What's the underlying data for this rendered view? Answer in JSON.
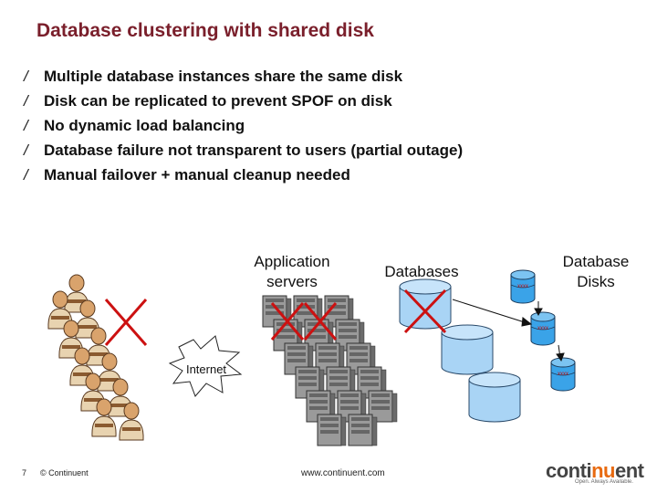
{
  "title": "Database clustering with shared disk",
  "bullets": [
    "Multiple database instances share the same disk",
    "Disk can be replicated to prevent SPOF on disk",
    "No dynamic load balancing",
    "Database failure not transparent to users (partial outage)",
    "Manual failover + manual cleanup needed"
  ],
  "bullet_marker": "/",
  "diagram": {
    "app_servers_label_line1": "Application",
    "app_servers_label_line2": "servers",
    "databases_label": "Databases",
    "disks_label_line1": "Database",
    "disks_label_line2": "Disks",
    "internet_label": "Internet",
    "failure_color": "#cc1111",
    "database_color": "#a9d4f5",
    "disk_color": "#3aa3e8"
  },
  "footer": {
    "page_number": "7",
    "copyright": "© Continuent",
    "url": "www.continuent.com",
    "logo_part1": "conti",
    "logo_part2": "nu",
    "logo_part3": "ent",
    "logo_tagline": "Open. Always Available."
  }
}
